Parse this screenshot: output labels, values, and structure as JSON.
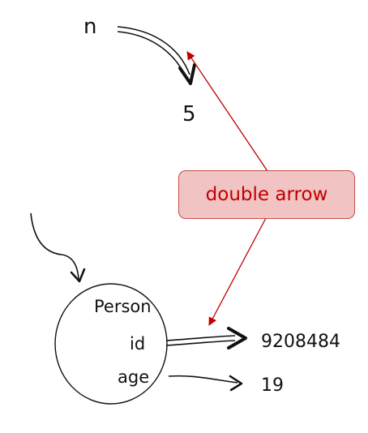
{
  "variable_n": {
    "name": "n",
    "value": "5"
  },
  "person": {
    "class_name": "Person",
    "fields": {
      "id": {
        "label": "id",
        "value": "9208484"
      },
      "age": {
        "label": "age",
        "value": "19"
      }
    }
  },
  "callout": {
    "text": "double arrow"
  },
  "colors": {
    "callout_border": "#c0504d",
    "callout_fill": "#f2c3c3",
    "callout_text": "#c00000",
    "pointer_line": "#c00000",
    "ink": "#111111"
  }
}
